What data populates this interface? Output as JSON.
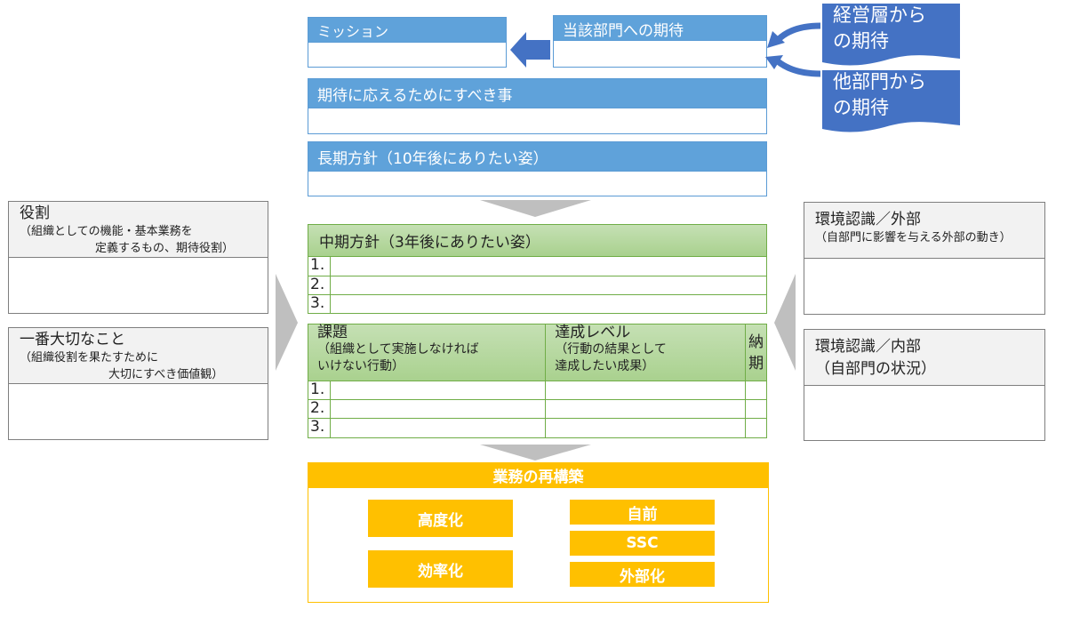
{
  "mission": {
    "title": "ミッション"
  },
  "dept_expectation": {
    "title": "当該部門への期待"
  },
  "mgmt_expectation": {
    "line1": "経営層から",
    "line2": "の期待"
  },
  "other_expectation": {
    "line1": "他部門から",
    "line2": "の期待"
  },
  "to_do": {
    "title": "期待に応えるためにすべき事"
  },
  "long_term": {
    "title": "長期方針（10年後にありたい姿）"
  },
  "role": {
    "title": "役割",
    "sub1": "（組織としての機能・基本業務を",
    "sub2": "定義するもの、期待役割）"
  },
  "values": {
    "title": "一番大切なこと",
    "sub1": "（組織役割を果たすために",
    "sub2": "大切にすべき価値観）"
  },
  "env_external": {
    "title": "環境認識／外部",
    "sub1": "（自部門に影響を与える外部の動き）"
  },
  "env_internal": {
    "title": "環境認識／内部",
    "sub1": "（自部門の状況）"
  },
  "mid_term": {
    "title": "中期方針（3年後にありたい姿）",
    "rows": [
      "1.",
      "2.",
      "3."
    ]
  },
  "issues": {
    "col1": {
      "title": "課題",
      "sub1": "（組織として実施しなければ",
      "sub2": "いけない行動）"
    },
    "col2": {
      "title": "達成レベル",
      "sub1": "（行動の結果として",
      "sub2": "達成したい成果）"
    },
    "col3": {
      "line1": "納",
      "line2": "期"
    },
    "rows": [
      "1.",
      "2.",
      "3."
    ]
  },
  "restructure": {
    "title": "業務の再構築",
    "items": [
      "高度化",
      "効率化",
      "自前",
      "SSC",
      "外部化"
    ]
  },
  "colors": {
    "blue": "#5fa2da",
    "dark_blue": "#4472c4",
    "green": "#a9d18e",
    "yellow": "#ffc000",
    "grey": "#bfbfbf"
  }
}
